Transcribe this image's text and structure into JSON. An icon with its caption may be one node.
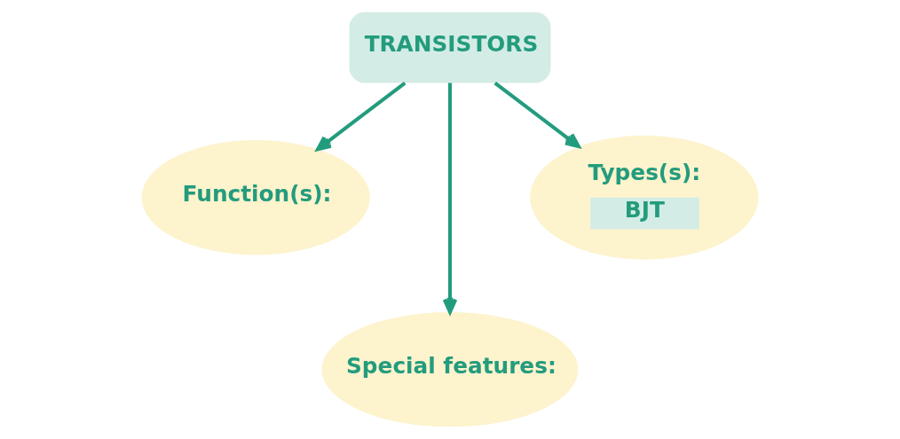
{
  "diagram": {
    "nodes": [
      {
        "text": [
          "TRANSISTORS"
        ]
      },
      {
        "text": [
          "Function(s):"
        ]
      },
      {
        "text": [
          "Special features:"
        ]
      },
      {
        "text": [
          "Types(s):",
          "BJT"
        ]
      }
    ],
    "edges": [
      {
        "from": 0,
        "to": 1,
        "arrow": "to"
      },
      {
        "from": 0,
        "to": 2,
        "arrow": "to"
      },
      {
        "from": 0,
        "to": 3,
        "arrow": "to"
      }
    ]
  }
}
